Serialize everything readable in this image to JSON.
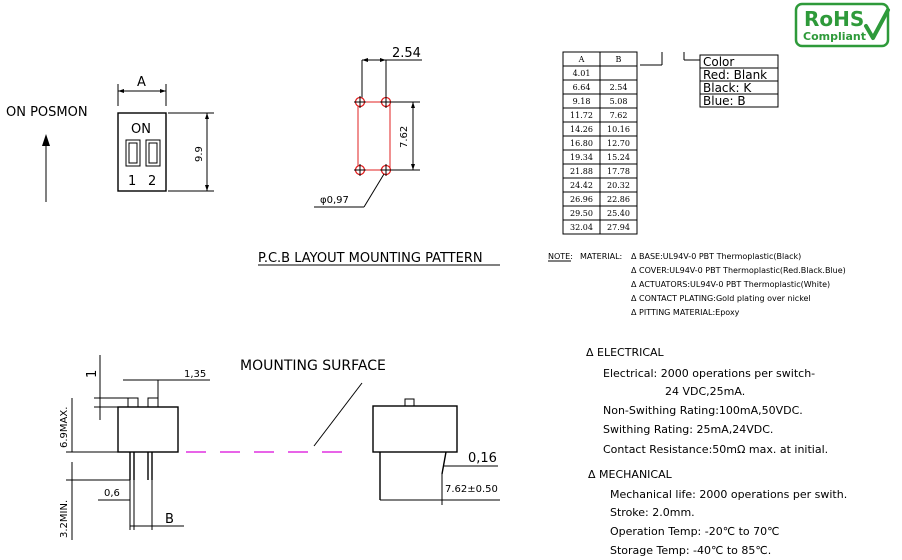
{
  "rohs": {
    "line1": "RoHS",
    "line2": "Compliant"
  },
  "top_view": {
    "side_label": "ON POSMON",
    "dim_width": "A",
    "dim_height": "9.9",
    "on_label": "ON",
    "pos1": "1",
    "pos2": "2"
  },
  "pcb": {
    "dim_pitch": "2.54",
    "dim_height": "7.62",
    "hole_dia": "φ0,97",
    "caption": "P.C.B LAYOUT MOUNTING PATTERN"
  },
  "dim_table": {
    "headers": [
      "A",
      "B"
    ],
    "rows": [
      [
        "4.01",
        ""
      ],
      [
        "6.64",
        "2.54"
      ],
      [
        "9.18",
        "5.08"
      ],
      [
        "11.72",
        "7.62"
      ],
      [
        "14.26",
        "10.16"
      ],
      [
        "16.80",
        "12.70"
      ],
      [
        "19.34",
        "15.24"
      ],
      [
        "21.88",
        "17.78"
      ],
      [
        "24.42",
        "20.32"
      ],
      [
        "26.96",
        "22.86"
      ],
      [
        "29.50",
        "25.40"
      ],
      [
        "32.04",
        "27.94"
      ]
    ]
  },
  "color_box": {
    "title": "Color",
    "options": [
      "Red: Blank",
      "Black: K",
      "Blue: B"
    ]
  },
  "notes": {
    "label": "NOTE:",
    "material_label": "MATERIAL:",
    "items": [
      "Δ BASE:UL94V-0 PBT Thermoplastic(Black)",
      "Δ COVER:UL94V-0 PBT Thermoplastic(Red.Black.Blue)",
      "Δ ACTUATORS:UL94V-0 PBT Thermoplastic(White)",
      "Δ CONTACT PLATING:Gold plating over nickel",
      "Δ PITTING MATERIAL:Epoxy"
    ]
  },
  "electrical": {
    "heading": "Δ ELECTRICAL",
    "lines": [
      "Electrical: 2000 operations per switch-",
      "24 VDC,25mA.",
      "Non-Swithing Rating:100mA,50VDC.",
      "Swithing Rating: 25mA,24VDC.",
      "Contact Resistance:50mΩ max. at initial."
    ]
  },
  "mechanical": {
    "heading": "Δ MECHANICAL",
    "lines": [
      "Mechanical life: 2000 operations per swith.",
      "Stroke: 2.0mm.",
      "Operation Temp: -20℃ to 70℃",
      "Storage Temp: -40℃ to 85℃."
    ]
  },
  "side_view": {
    "mounting_surface": "MOUNTING SURFACE",
    "dim_1": "1",
    "dim_135": "1,35",
    "dim_69": "6.9MAX.",
    "dim_06": "0,6",
    "dim_32": "3.2MIN.",
    "dim_b": "B"
  },
  "end_view": {
    "dim_016": "0,16",
    "dim_762": "7.62±0.50"
  },
  "colors": {
    "rohs_green": "#2e9a3a",
    "pad_red": "#e02020",
    "mounting_line": "#e030e0"
  }
}
